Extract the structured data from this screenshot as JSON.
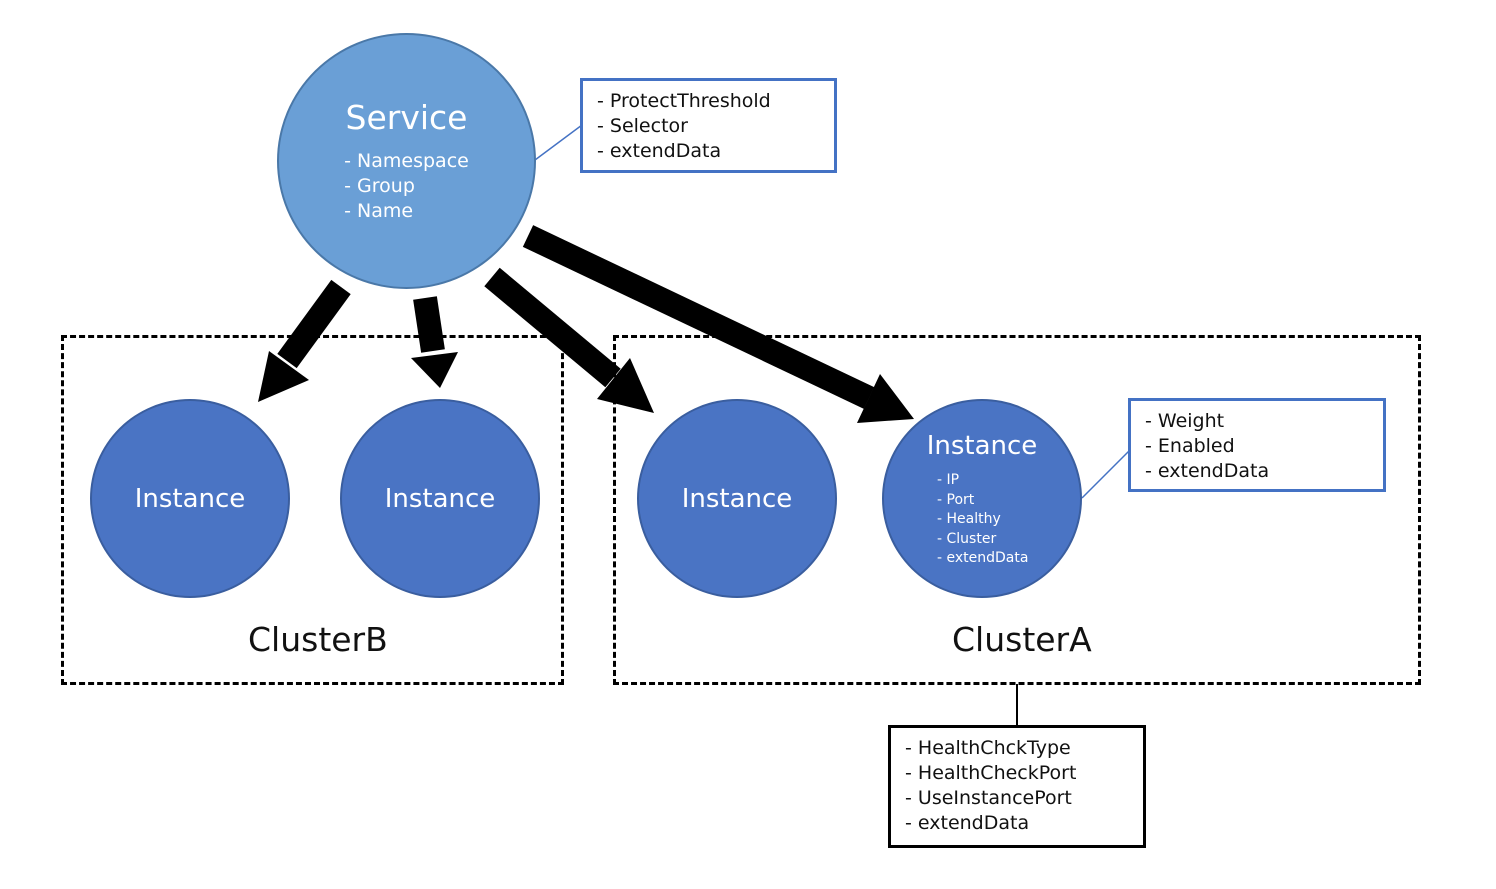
{
  "service": {
    "title": "Service",
    "attributes": [
      "Namespace",
      "Group",
      "Name"
    ]
  },
  "service_box": {
    "attributes": [
      "ProtectThreshold",
      "Selector",
      "extendData"
    ]
  },
  "clusters": [
    {
      "label": "ClusterB",
      "instances": [
        "Instance",
        "Instance"
      ]
    },
    {
      "label": "ClusterA",
      "instances": [
        "Instance",
        "Instance"
      ]
    }
  ],
  "detailed_instance": {
    "title": "Instance",
    "attributes": [
      "IP",
      "Port",
      "Healthy",
      "Cluster",
      "extendData"
    ]
  },
  "instance_box": {
    "attributes": [
      "Weight",
      "Enabled",
      "extendData"
    ]
  },
  "cluster_box": {
    "attributes": [
      "HealthChckType",
      "HealthCheckPort",
      "UseInstancePort",
      "extendData"
    ]
  },
  "colors": {
    "service_fill": "#6a9fd6",
    "instance_fill": "#4a74c4",
    "box_border_blue": "#4472c4",
    "arrow": "#000000"
  }
}
